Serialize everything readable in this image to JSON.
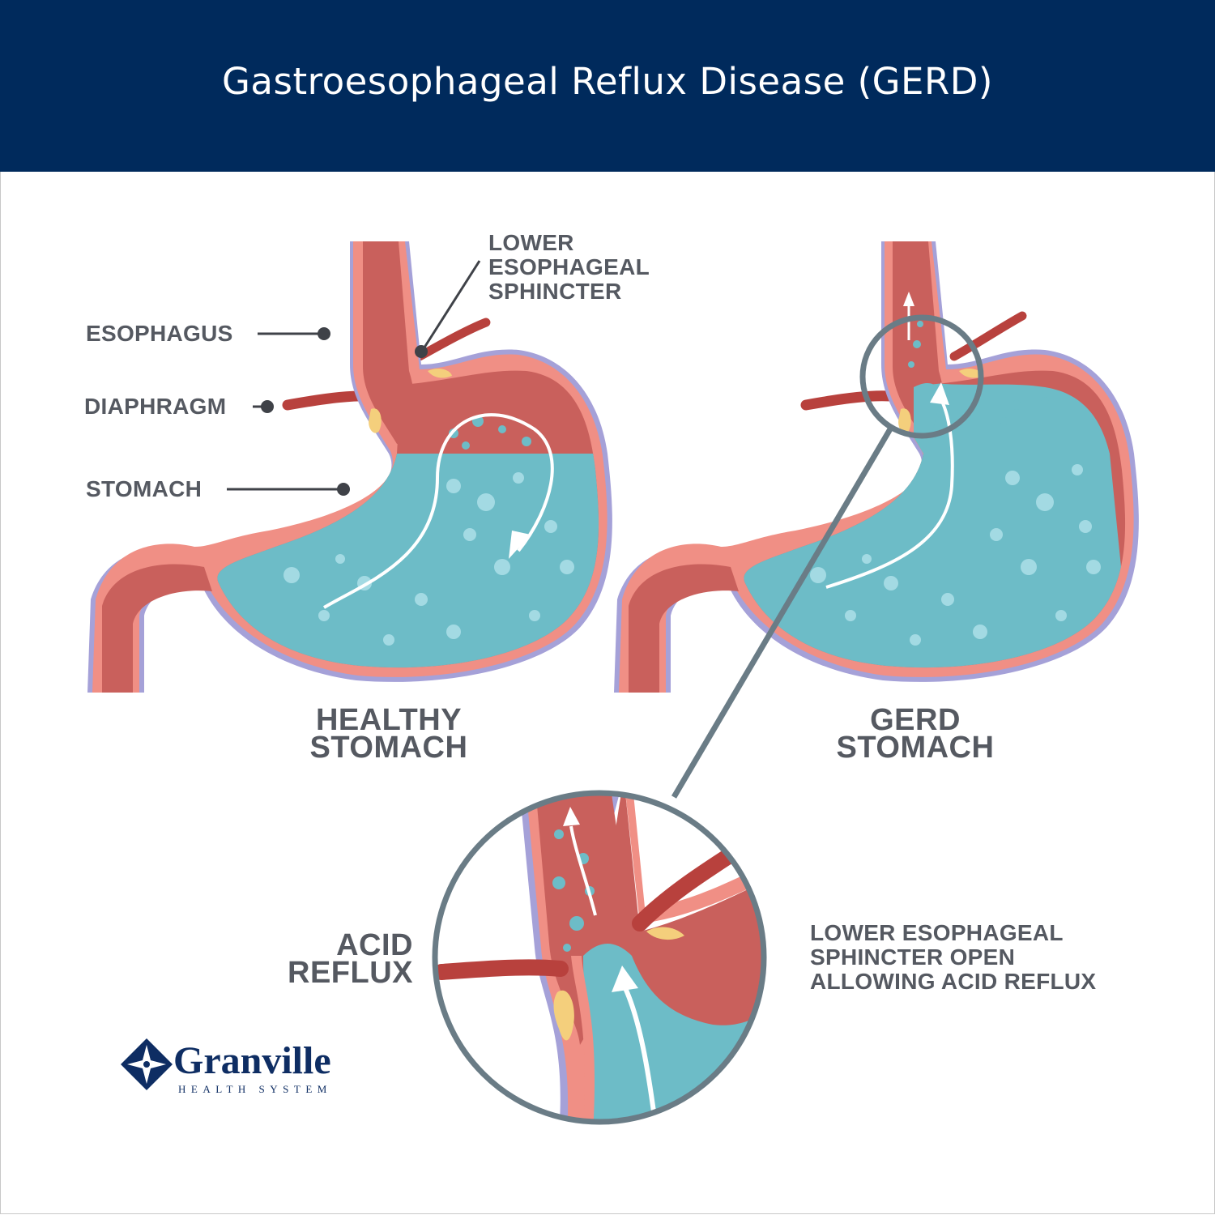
{
  "header": {
    "title": "Gastroesophageal Reflux Disease (GERD)"
  },
  "labels": {
    "lower_es": [
      "LOWER",
      "ESOPHAGEAL",
      "SPHINCTER"
    ],
    "esophagus": "ESOPHAGUS",
    "diaphragm": "DIAPHRAGM",
    "stomach": "STOMACH",
    "healthy": [
      "HEALTHY",
      "STOMACH"
    ],
    "gerd": [
      "GERD",
      "STOMACH"
    ],
    "acid": [
      "ACID",
      "REFLUX"
    ],
    "les_open": [
      "LOWER ESOPHAGEAL",
      "SPHINCTER OPEN",
      "ALLOWING ACID REFLUX"
    ]
  },
  "logo": {
    "name": "Granville",
    "subtitle": "HEALTH SYSTEM"
  },
  "colors": {
    "header": "#002a5c",
    "label": "#555961",
    "tissue": "#c9605c",
    "lining": "#f08f85",
    "acid": "#6dbcc7",
    "fat": "#f4cf7c"
  }
}
